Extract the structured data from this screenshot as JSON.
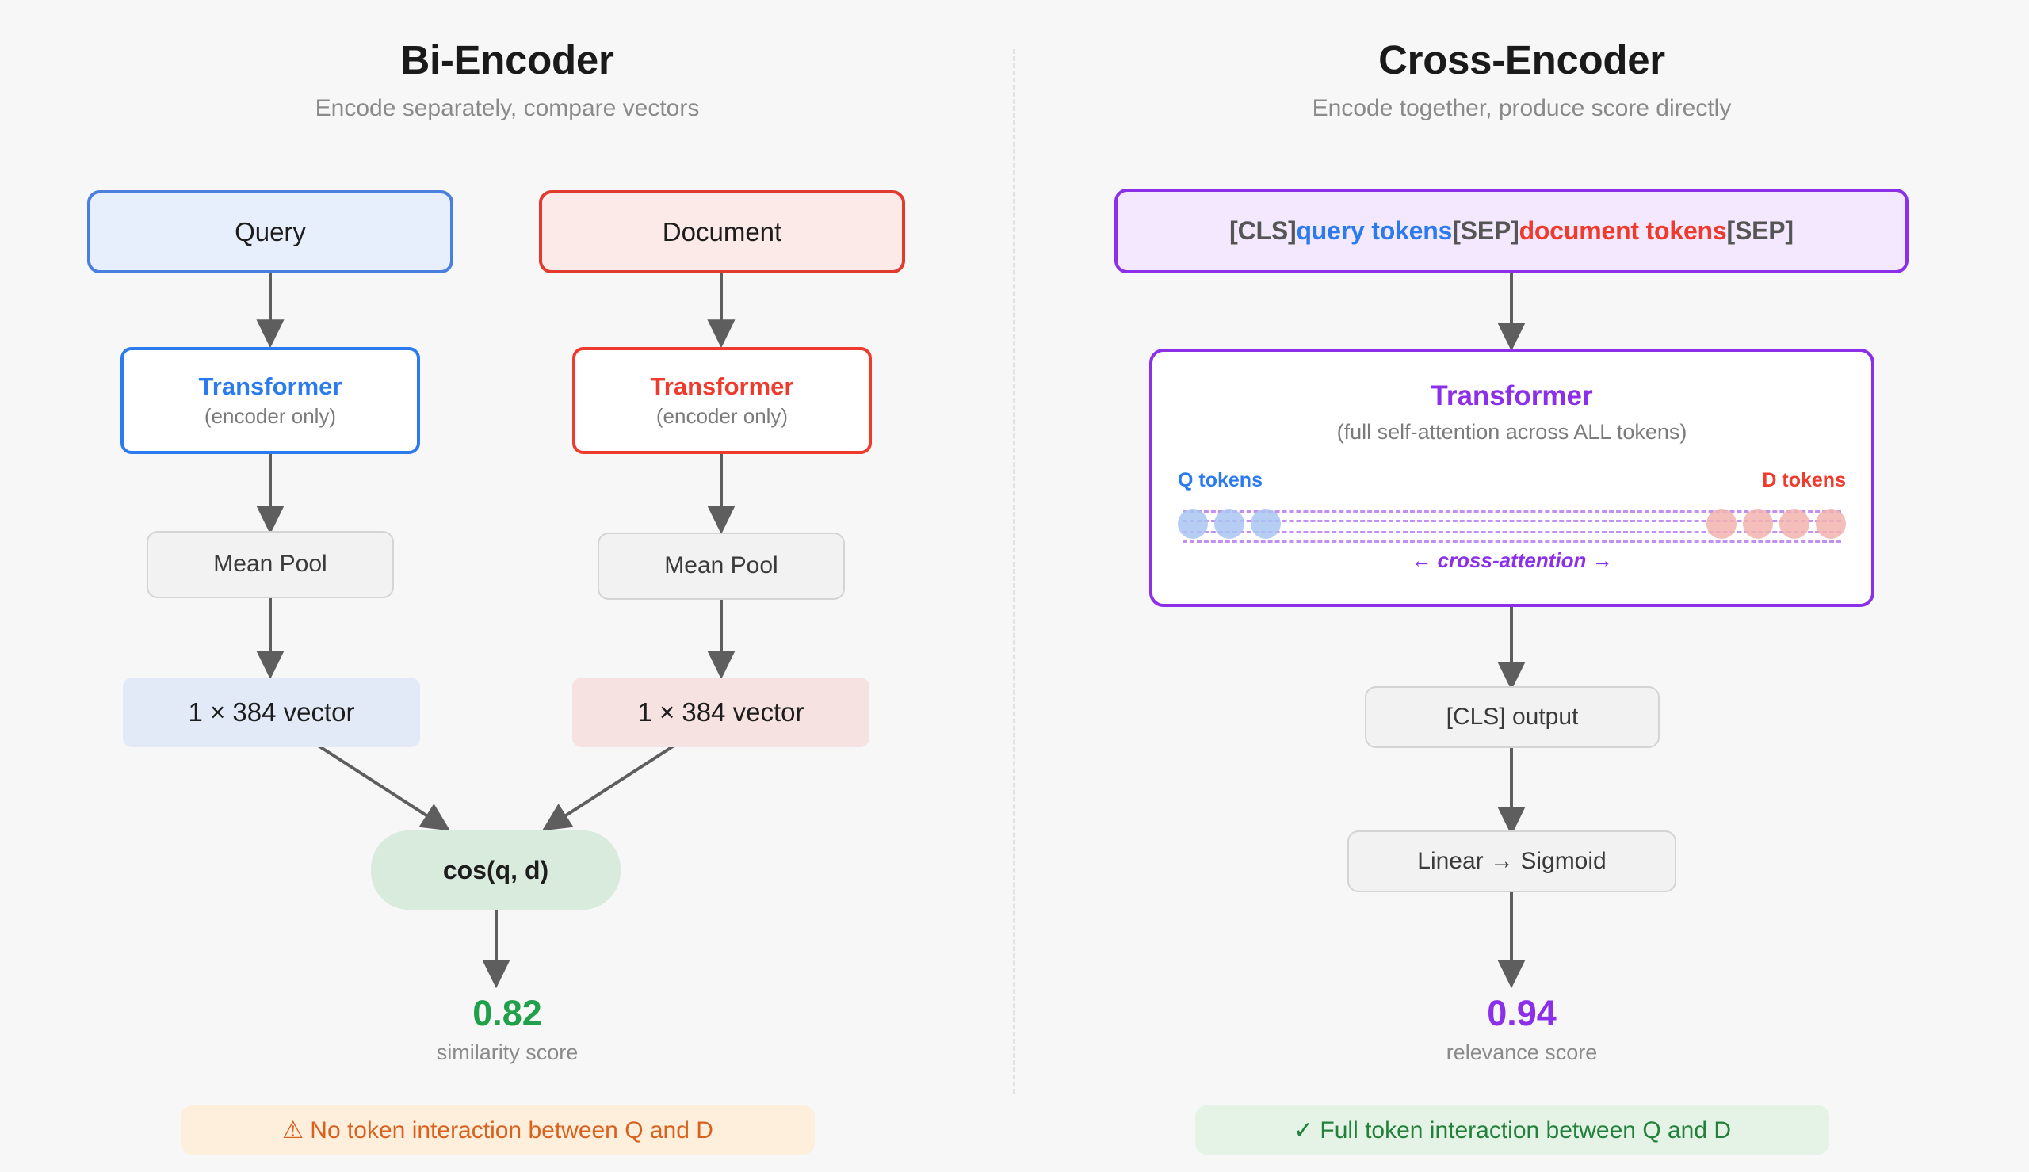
{
  "left": {
    "title": "Bi-Encoder",
    "subtitle": "Encode separately, compare vectors",
    "query_box": "Query",
    "document_box": "Document",
    "transformer_q": "Transformer",
    "transformer_q_sub": "(encoder only)",
    "transformer_d": "Transformer",
    "transformer_d_sub": "(encoder only)",
    "mean_pool_q": "Mean Pool",
    "mean_pool_d": "Mean Pool",
    "vector_q": "1 × 384 vector",
    "vector_d": "1 × 384 vector",
    "similarity_op": "cos(q, d)",
    "score_value": "0.82",
    "score_caption": "similarity score",
    "footer": "⚠ No token interaction between Q and D"
  },
  "right": {
    "title": "Cross-Encoder",
    "subtitle": "Encode together, produce score directly",
    "input_tokens": {
      "cls": "[CLS]",
      "query": "query tokens",
      "sep1": "[SEP]",
      "document": "document tokens",
      "sep2": "[SEP]"
    },
    "transformer": "Transformer",
    "transformer_sub": "(full self-attention across ALL tokens)",
    "attention": {
      "q_label": "Q tokens",
      "d_label": "D tokens",
      "caption": "← cross-attention →",
      "q_token_count": 3,
      "d_token_count": 4,
      "line_count": 4
    },
    "cls_output": "[CLS] output",
    "linear_sigmoid": "Linear → Sigmoid",
    "score_value": "0.94",
    "score_caption": "relevance score",
    "footer": "✓ Full token interaction between Q and D"
  },
  "colors": {
    "background": "#F7F7F7",
    "query_blue": "#2B7BEF",
    "document_red": "#EE3B2E",
    "cross_purple": "#8B2FE8",
    "similarity_green": "#20A04A",
    "arrow_gray": "#5E5E5E",
    "warning_orange": "#D8611E",
    "ok_green": "#23803C",
    "muted_text": "#8A8A8A"
  }
}
